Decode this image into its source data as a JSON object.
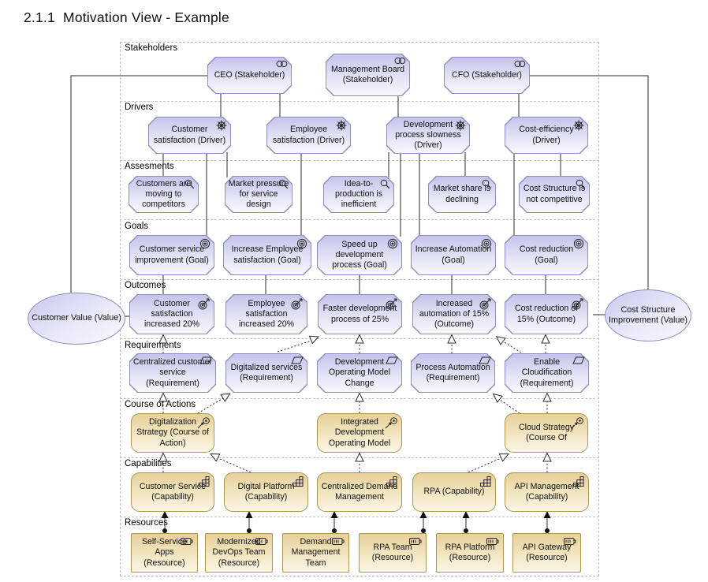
{
  "title": "2.1.1  Motivation View - Example",
  "lanes": [
    {
      "label": "Stakeholders",
      "items": [
        {
          "label": "CEO (Stakeholder)"
        },
        {
          "label": "Management Board (Stakeholder)"
        },
        {
          "label": "CFO (Stakeholder)"
        }
      ]
    },
    {
      "label": "Drivers",
      "items": [
        {
          "label": "Customer satisfaction (Driver)"
        },
        {
          "label": "Employee satisfaction (Driver)"
        },
        {
          "label": "Development process slowness (Driver)"
        },
        {
          "label": "Cost-efficiency (Driver)"
        }
      ]
    },
    {
      "label": "Assesments",
      "items": [
        {
          "label": "Customers are moving to competitors"
        },
        {
          "label": "Market pressure for service design"
        },
        {
          "label": "Idea-to-production is inefficient"
        },
        {
          "label": "Market share is declining"
        },
        {
          "label": "Cost Structure is not competitive"
        }
      ]
    },
    {
      "label": "Goals",
      "items": [
        {
          "label": "Customer service improvement (Goal)"
        },
        {
          "label": "Increase Employee satisfaction (Goal)"
        },
        {
          "label": "Speed up development process (Goal)"
        },
        {
          "label": "Increase Automation (Goal)"
        },
        {
          "label": "Cost reduction (Goal)"
        }
      ]
    },
    {
      "label": "Outcomes",
      "items": [
        {
          "label": "Customer satisfaction increased 20%"
        },
        {
          "label": "Employee satisfaction increased 20%"
        },
        {
          "label": "Faster development process of 25%"
        },
        {
          "label": "Increased automation of 15% (Outcome)"
        },
        {
          "label": "Cost reduction of 15% (Outcome)"
        }
      ]
    },
    {
      "label": "Requirements",
      "items": [
        {
          "label": "Centralized customer service (Requirement)"
        },
        {
          "label": "Digitalized services (Requirement)"
        },
        {
          "label": "Development Operating Model Change"
        },
        {
          "label": "Process Automation (Requirement)"
        },
        {
          "label": "Enable Cloudification (Requirement)"
        }
      ]
    },
    {
      "label": "Course of Actions",
      "items": [
        {
          "label": "Digitalization Strategy (Course of Action)"
        },
        {
          "label": "Integrated Development Operating Model"
        },
        {
          "label": "Cloud Strategy (Course Of"
        }
      ]
    },
    {
      "label": "Capabilities",
      "items": [
        {
          "label": "Customer Service (Capability)"
        },
        {
          "label": "Digital Platform (Capability)"
        },
        {
          "label": "Centralized Demand Management"
        },
        {
          "label": "RPA (Capability)"
        },
        {
          "label": "API Management (Capability)"
        }
      ]
    },
    {
      "label": "Resources",
      "items": [
        {
          "label": "Self-Service Apps (Resource)"
        },
        {
          "label": "Modernized DevOps Team (Resource)"
        },
        {
          "label": "Demand Management Team"
        },
        {
          "label": "RPA Team (Resource)"
        },
        {
          "label": "RPA Platform (Resource)"
        },
        {
          "label": "API Gateway (Resource)"
        }
      ]
    }
  ],
  "values": [
    {
      "label": "Customer Value (Value)"
    },
    {
      "label": "Cost Structure Improvement (Value)"
    }
  ],
  "colors": {
    "motivation_fill_top": "#c4c4eb",
    "motivation_border": "#8d8dc0",
    "strategy_fill_top": "#e7d099",
    "strategy_border": "#ab9352",
    "line": "#2b2b2b",
    "lane_border": "#b9b9b9"
  }
}
